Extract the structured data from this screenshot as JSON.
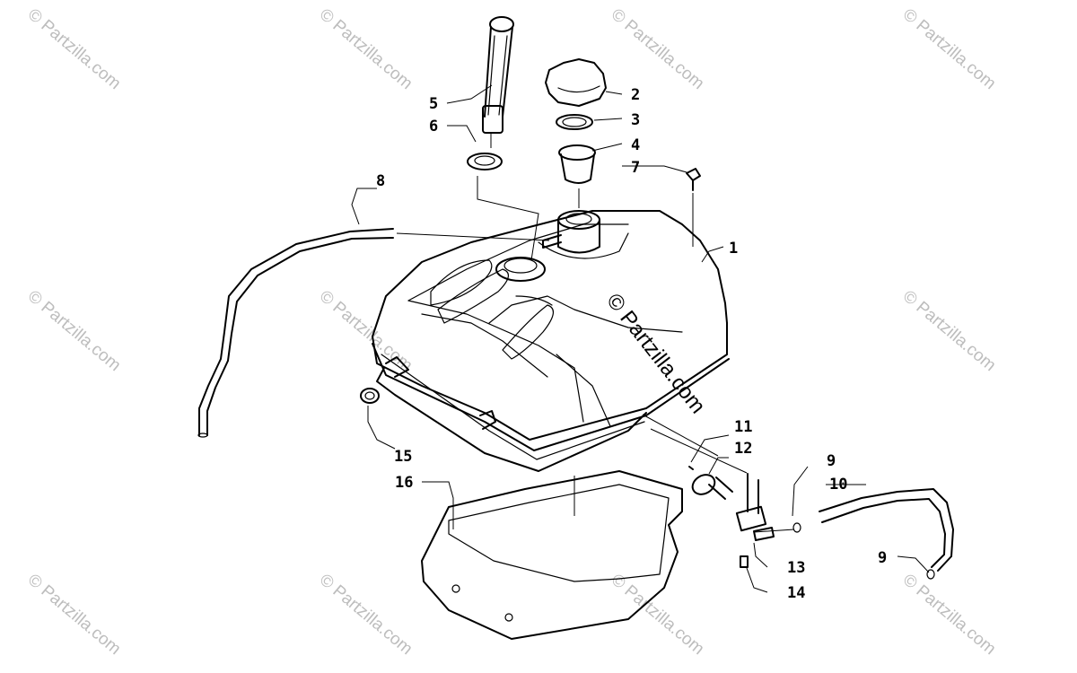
{
  "diagram": {
    "watermark": "© Partzilla.com",
    "center_watermark": "© Partzilla.com",
    "callouts": {
      "c1": "1",
      "c2": "2",
      "c3": "3",
      "c4": "4",
      "c5": "5",
      "c6": "6",
      "c7": "7",
      "c8": "8",
      "c9a": "9",
      "c9b": "9",
      "c10": "10",
      "c11": "11",
      "c12": "12",
      "c13": "13",
      "c14": "14",
      "c15": "15",
      "c16": "16"
    }
  }
}
